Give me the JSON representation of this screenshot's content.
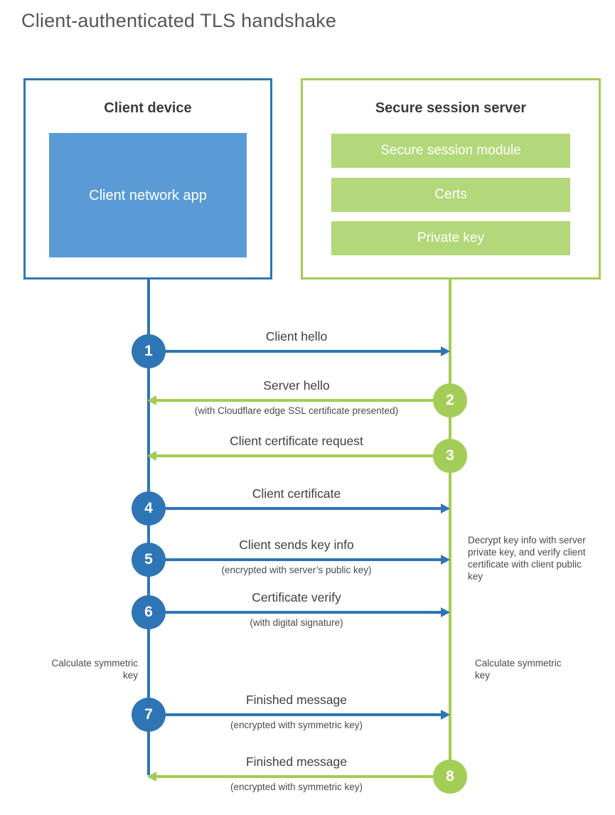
{
  "title": "Client-authenticated TLS handshake",
  "client": {
    "title": "Client device",
    "app": "Client network app"
  },
  "server": {
    "title": "Secure session server",
    "components": [
      "Secure session module",
      "Certs",
      "Private key"
    ]
  },
  "steps": [
    {
      "num": "1",
      "from": "client",
      "to": "server",
      "label": "Client hello",
      "sublabel": ""
    },
    {
      "num": "2",
      "from": "server",
      "to": "client",
      "label": "Server hello",
      "sublabel": "(with Cloudflare edge SSL certificate presented)"
    },
    {
      "num": "3",
      "from": "server",
      "to": "client",
      "label": "Client certificate request",
      "sublabel": ""
    },
    {
      "num": "4",
      "from": "client",
      "to": "server",
      "label": "Client certificate",
      "sublabel": ""
    },
    {
      "num": "5",
      "from": "client",
      "to": "server",
      "label": "Client sends key info",
      "sublabel": "(encrypted with server’s public key)"
    },
    {
      "num": "6",
      "from": "client",
      "to": "server",
      "label": "Certificate verify",
      "sublabel": "(with digital signature)"
    },
    {
      "num": "7",
      "from": "client",
      "to": "server",
      "label": "Finished message",
      "sublabel": "(encrypted with symmetric key)"
    },
    {
      "num": "8",
      "from": "server",
      "to": "client",
      "label": "Finished message",
      "sublabel": "(encrypted with symmetric key)"
    }
  ],
  "annotations": {
    "decrypt_note": "Decrypt key info with server private key, and verify client certificate with client public key",
    "client_calculate": "Calculate symmetric key",
    "server_calculate": "Calculate symmetric key"
  },
  "colors": {
    "blue": "#2e75b6",
    "blue_fill": "#5b9bd5",
    "green": "#a3cc55",
    "green_fill": "#b3d87a"
  }
}
